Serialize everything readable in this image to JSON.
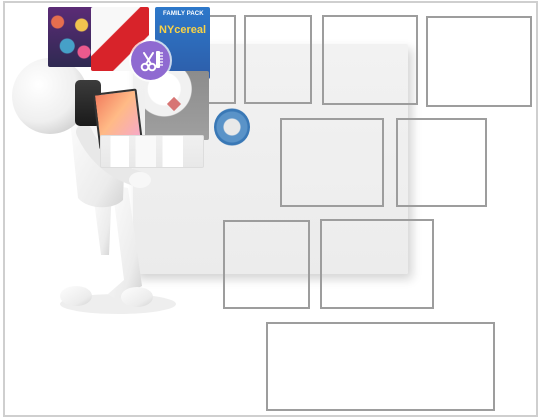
{
  "boxes": [
    {
      "id": "top-left-small"
    },
    {
      "id": "top-center-small"
    },
    {
      "id": "top-center-right"
    },
    {
      "id": "top-right"
    },
    {
      "id": "middle-center"
    },
    {
      "id": "middle-right"
    },
    {
      "id": "lower-left"
    },
    {
      "id": "lower-right"
    },
    {
      "id": "bottom-wide"
    }
  ],
  "collage": {
    "items": [
      {
        "name": "floral-shirt"
      },
      {
        "name": "sneakers"
      },
      {
        "name": "cereal-box"
      },
      {
        "name": "scissors-comb-badge"
      },
      {
        "name": "wallet"
      },
      {
        "name": "tablet"
      },
      {
        "name": "mug"
      },
      {
        "name": "tape-roll"
      },
      {
        "name": "medicine-packs"
      }
    ],
    "cereal_box_label_top": "FAMILY PACK",
    "cereal_box_brand": "NYcereal"
  },
  "colors": {
    "background": "#ffffff",
    "frame": "#cfcfcf",
    "box_border": "#9d9d9d",
    "board": "#f0f0f0",
    "figure": "#f3f3f3",
    "badge": "#8f6ad1"
  },
  "icons": {
    "scissors_comb": "scissors-comb-icon"
  }
}
